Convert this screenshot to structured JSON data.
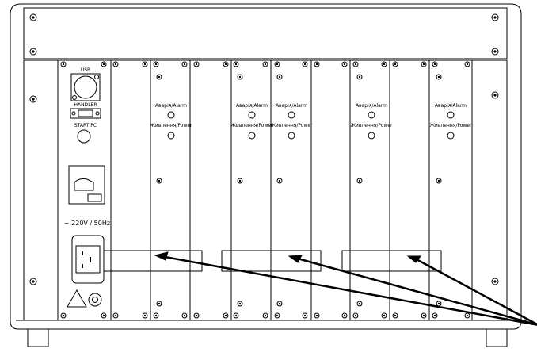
{
  "left_module": {
    "usb_label": "USB",
    "handler_label": "HANDLER",
    "start_label": "START PC",
    "voltage_label": "~ 220V / 50Hz"
  },
  "alarm_modules": [
    {
      "alarm_label": "Аварія/Alarm",
      "power_label": "Живлення/Power"
    },
    {
      "alarm_label": "Аварія/Alarm",
      "power_label": "Живлення/Power"
    },
    {
      "alarm_label": "Аварія/Alarm",
      "power_label": "Живлення/Power"
    },
    {
      "alarm_label": "Аварія/Alarm",
      "power_label": "Живлення/Power"
    },
    {
      "alarm_label": "Аварія/Alarm",
      "power_label": "Живлення/Power"
    }
  ]
}
